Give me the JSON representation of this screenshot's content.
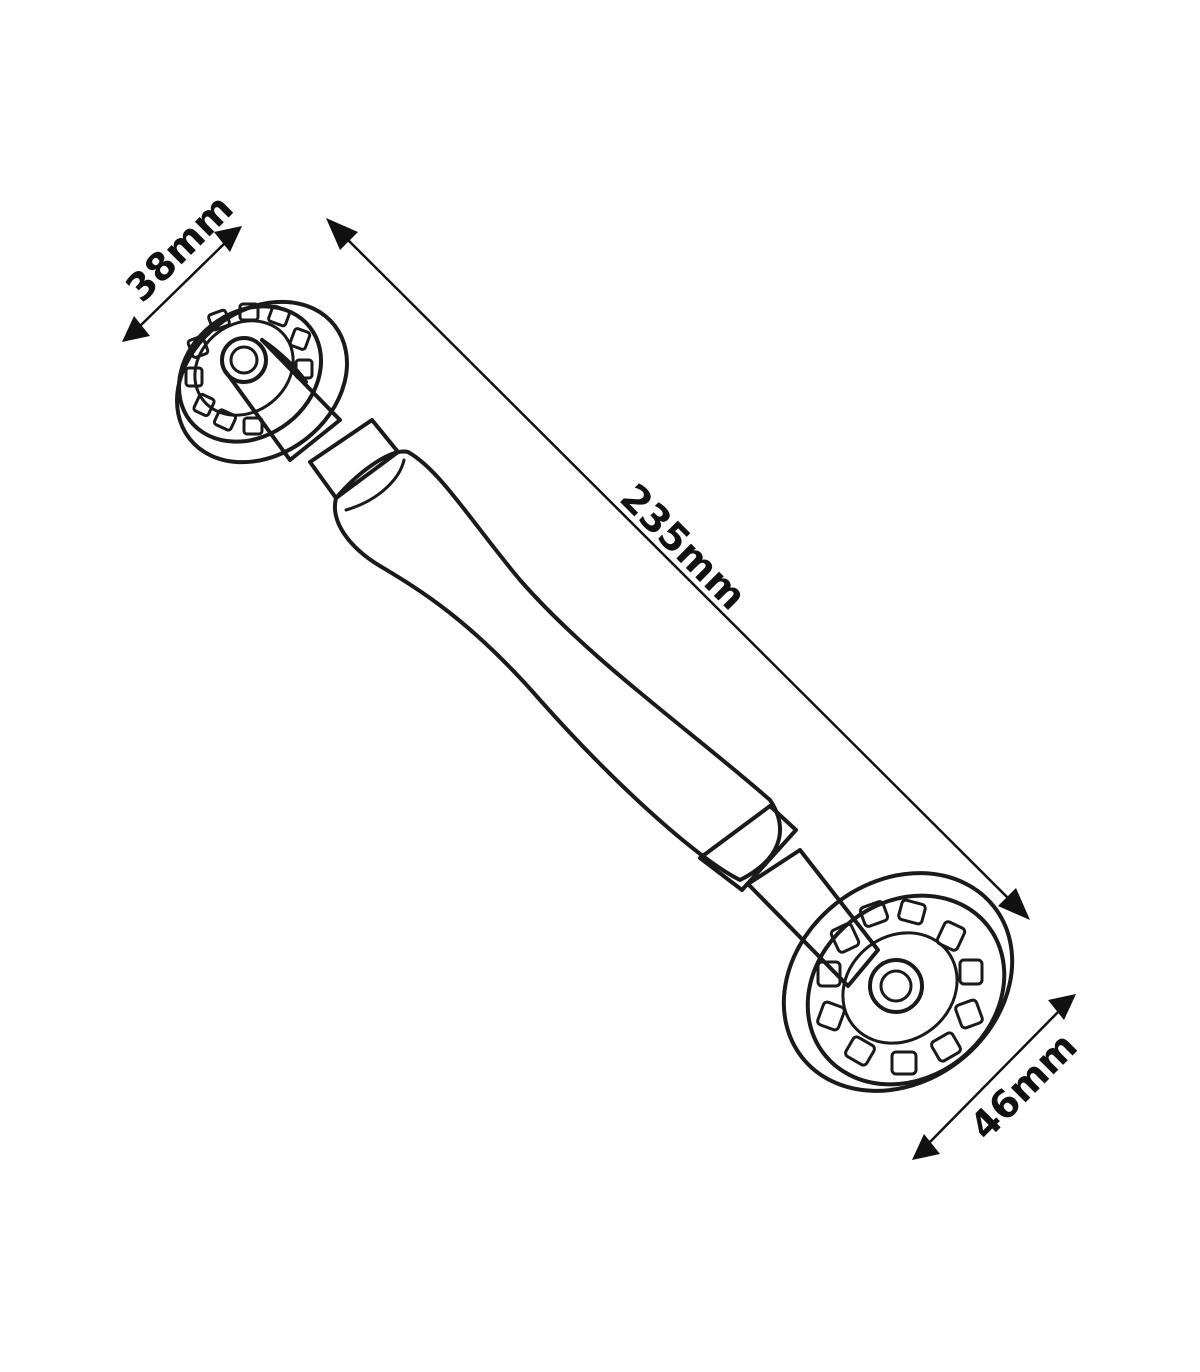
{
  "dimensions": {
    "small_wheel_diameter": "38mm",
    "overall_length": "235mm",
    "large_wheel_diameter": "46mm"
  },
  "colors": {
    "ink": "#1a1a1a",
    "background": "#ffffff"
  }
}
